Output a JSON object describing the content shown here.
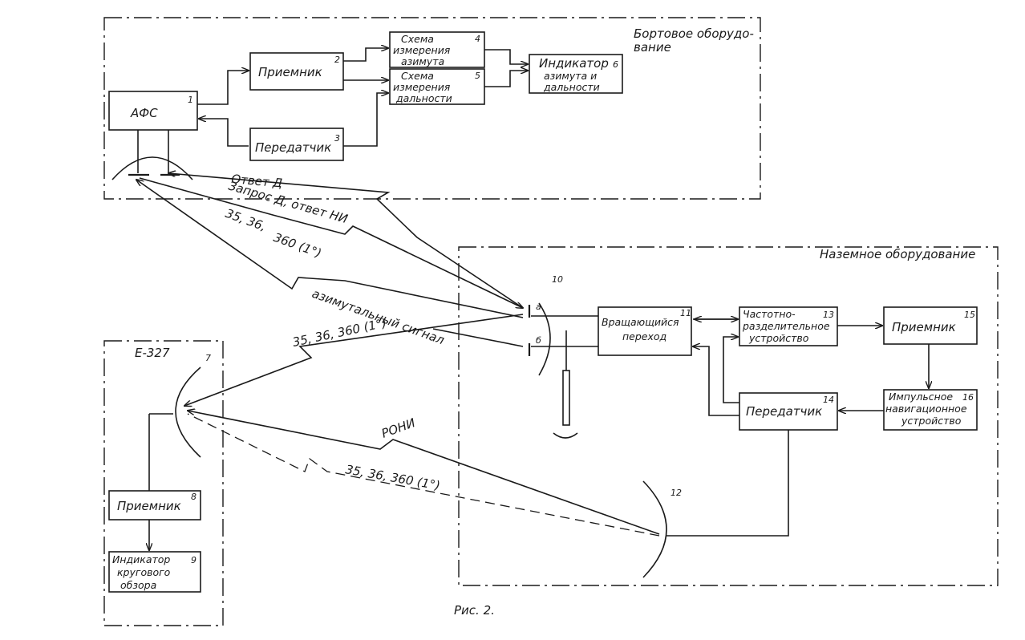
{
  "sections": {
    "onboard": "Бортовое оборудо-",
    "onboard_2": "вание",
    "ground": "Наземное оборудование",
    "e327": "Е-327"
  },
  "blocks": {
    "afs": {
      "label": "АФС",
      "num": "1"
    },
    "receiver_top": {
      "label": "Приемник",
      "num": "2"
    },
    "transmitter_top": {
      "label": "Передатчик",
      "num": "3"
    },
    "azimuth_circuit": {
      "line1": "Схема",
      "line2": "измерения",
      "line3": "азимута",
      "num": "4"
    },
    "range_circuit": {
      "line1": "Схема",
      "line2": "измерения",
      "line3": "дальности",
      "num": "5"
    },
    "indicator_az": {
      "line1": "Индикатор",
      "line2": "азимута и",
      "line3": "дальности",
      "num": "6"
    },
    "antenna_e327": {
      "num": "7"
    },
    "receiver_e327": {
      "label": "Приемник",
      "num": "8"
    },
    "indicator_circ": {
      "line1": "Индикатор",
      "line2": "кругового",
      "line3": "обзора",
      "num": "9"
    },
    "antenna_ground": {
      "num": "10",
      "a": "а",
      "b": "б"
    },
    "rotary_joint": {
      "line1": "Вращающийся",
      "line2": "переход",
      "num": "11"
    },
    "antenna_12": {
      "num": "12"
    },
    "freq_separator": {
      "line1": "Частотно-",
      "line2": "разделительное",
      "line3": "устройство",
      "num": "13"
    },
    "transmitter_ground": {
      "label": "Передатчик",
      "num": "14"
    },
    "receiver_ground": {
      "label": "Приемник",
      "num": "15"
    },
    "pulse_nav": {
      "line1": "Импульсное",
      "line2": "навигационное",
      "line3": "устройство",
      "num": "16"
    }
  },
  "signals": {
    "reply_d": "Ответ Д",
    "request_d": "Запрос Д, ответ НИ",
    "freq_35_36": "35, 36,",
    "freq_360": "360 (1°)",
    "azimuth_signal": "азимутальный сигнал",
    "freq_to_e327": "35, 36, 360 (1°)",
    "roni": "РОНИ",
    "freq_dashed": "35, 36, 360 (1°)"
  },
  "caption": "Рис. 2."
}
